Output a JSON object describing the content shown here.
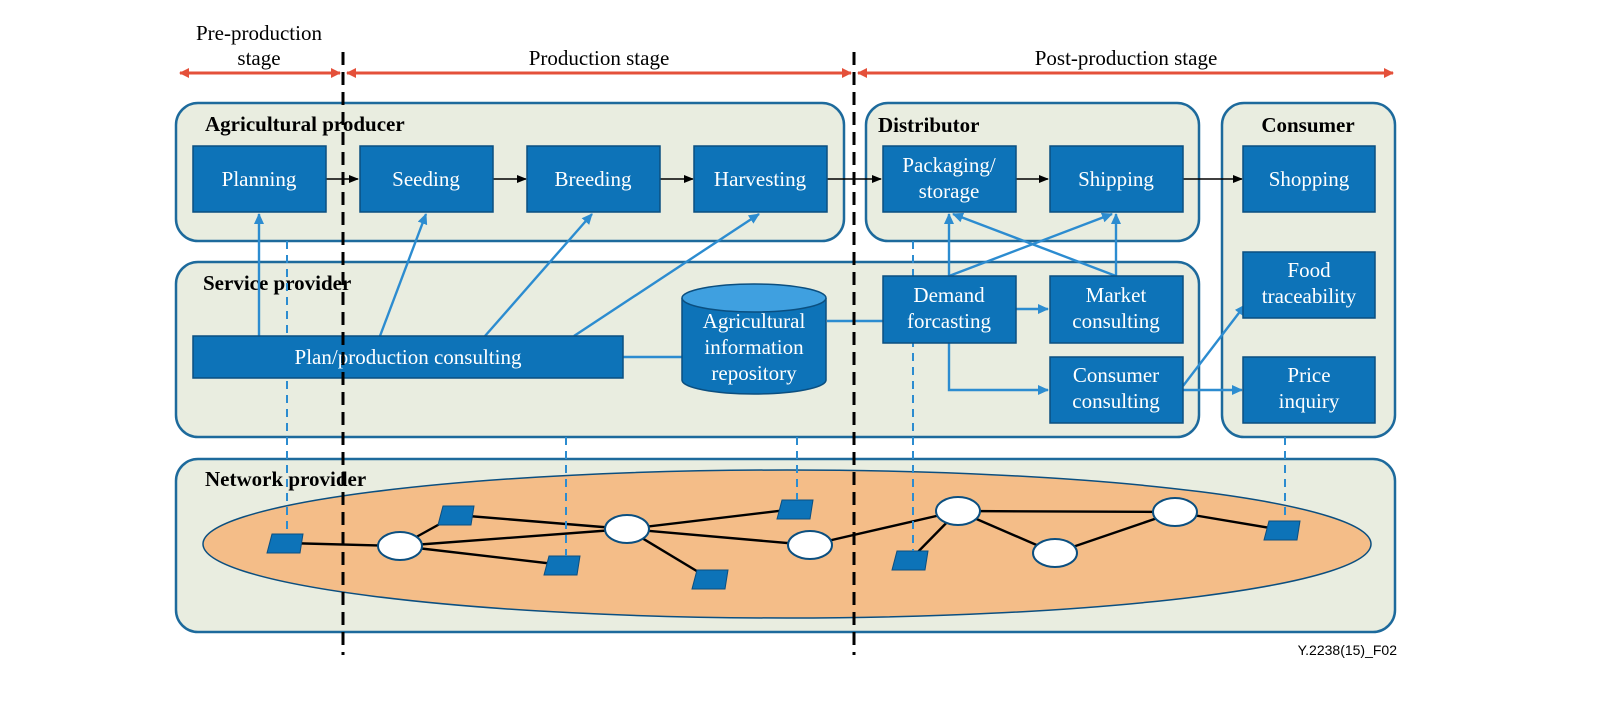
{
  "stages": {
    "pre_line1": "Pre-production",
    "pre_line2": "stage",
    "production": "Production stage",
    "post": "Post-production stage"
  },
  "groups": {
    "agricultural_producer": "Agricultural producer",
    "distributor": "Distributor",
    "consumer": "Consumer",
    "service_provider": "Service provider",
    "network_provider": "Network provider"
  },
  "boxes": {
    "planning": "Planning",
    "seeding": "Seeding",
    "breeding": "Breeding",
    "harvesting": "Harvesting",
    "packaging_line1": "Packaging/",
    "packaging_line2": "storage",
    "shipping": "Shipping",
    "shopping": "Shopping",
    "food_line1": "Food",
    "food_line2": "traceability",
    "price_line1": "Price",
    "price_line2": "inquiry",
    "plan_consulting": "Plan/production consulting",
    "repo_line1": "Agricultural",
    "repo_line2": "information",
    "repo_line3": "repository",
    "demand_line1": "Demand",
    "demand_line2": "forcasting",
    "market_line1": "Market",
    "market_line2": "consulting",
    "consumer_line1": "Consumer",
    "consumer_line2": "consulting"
  },
  "figure_id": "Y.2238(15)_F02",
  "colors": {
    "box_fill": "#0d73b8",
    "group_fill": "#e9ede0",
    "network_cloud": "#f4bd88",
    "stage_arrow": "#e4503a"
  }
}
